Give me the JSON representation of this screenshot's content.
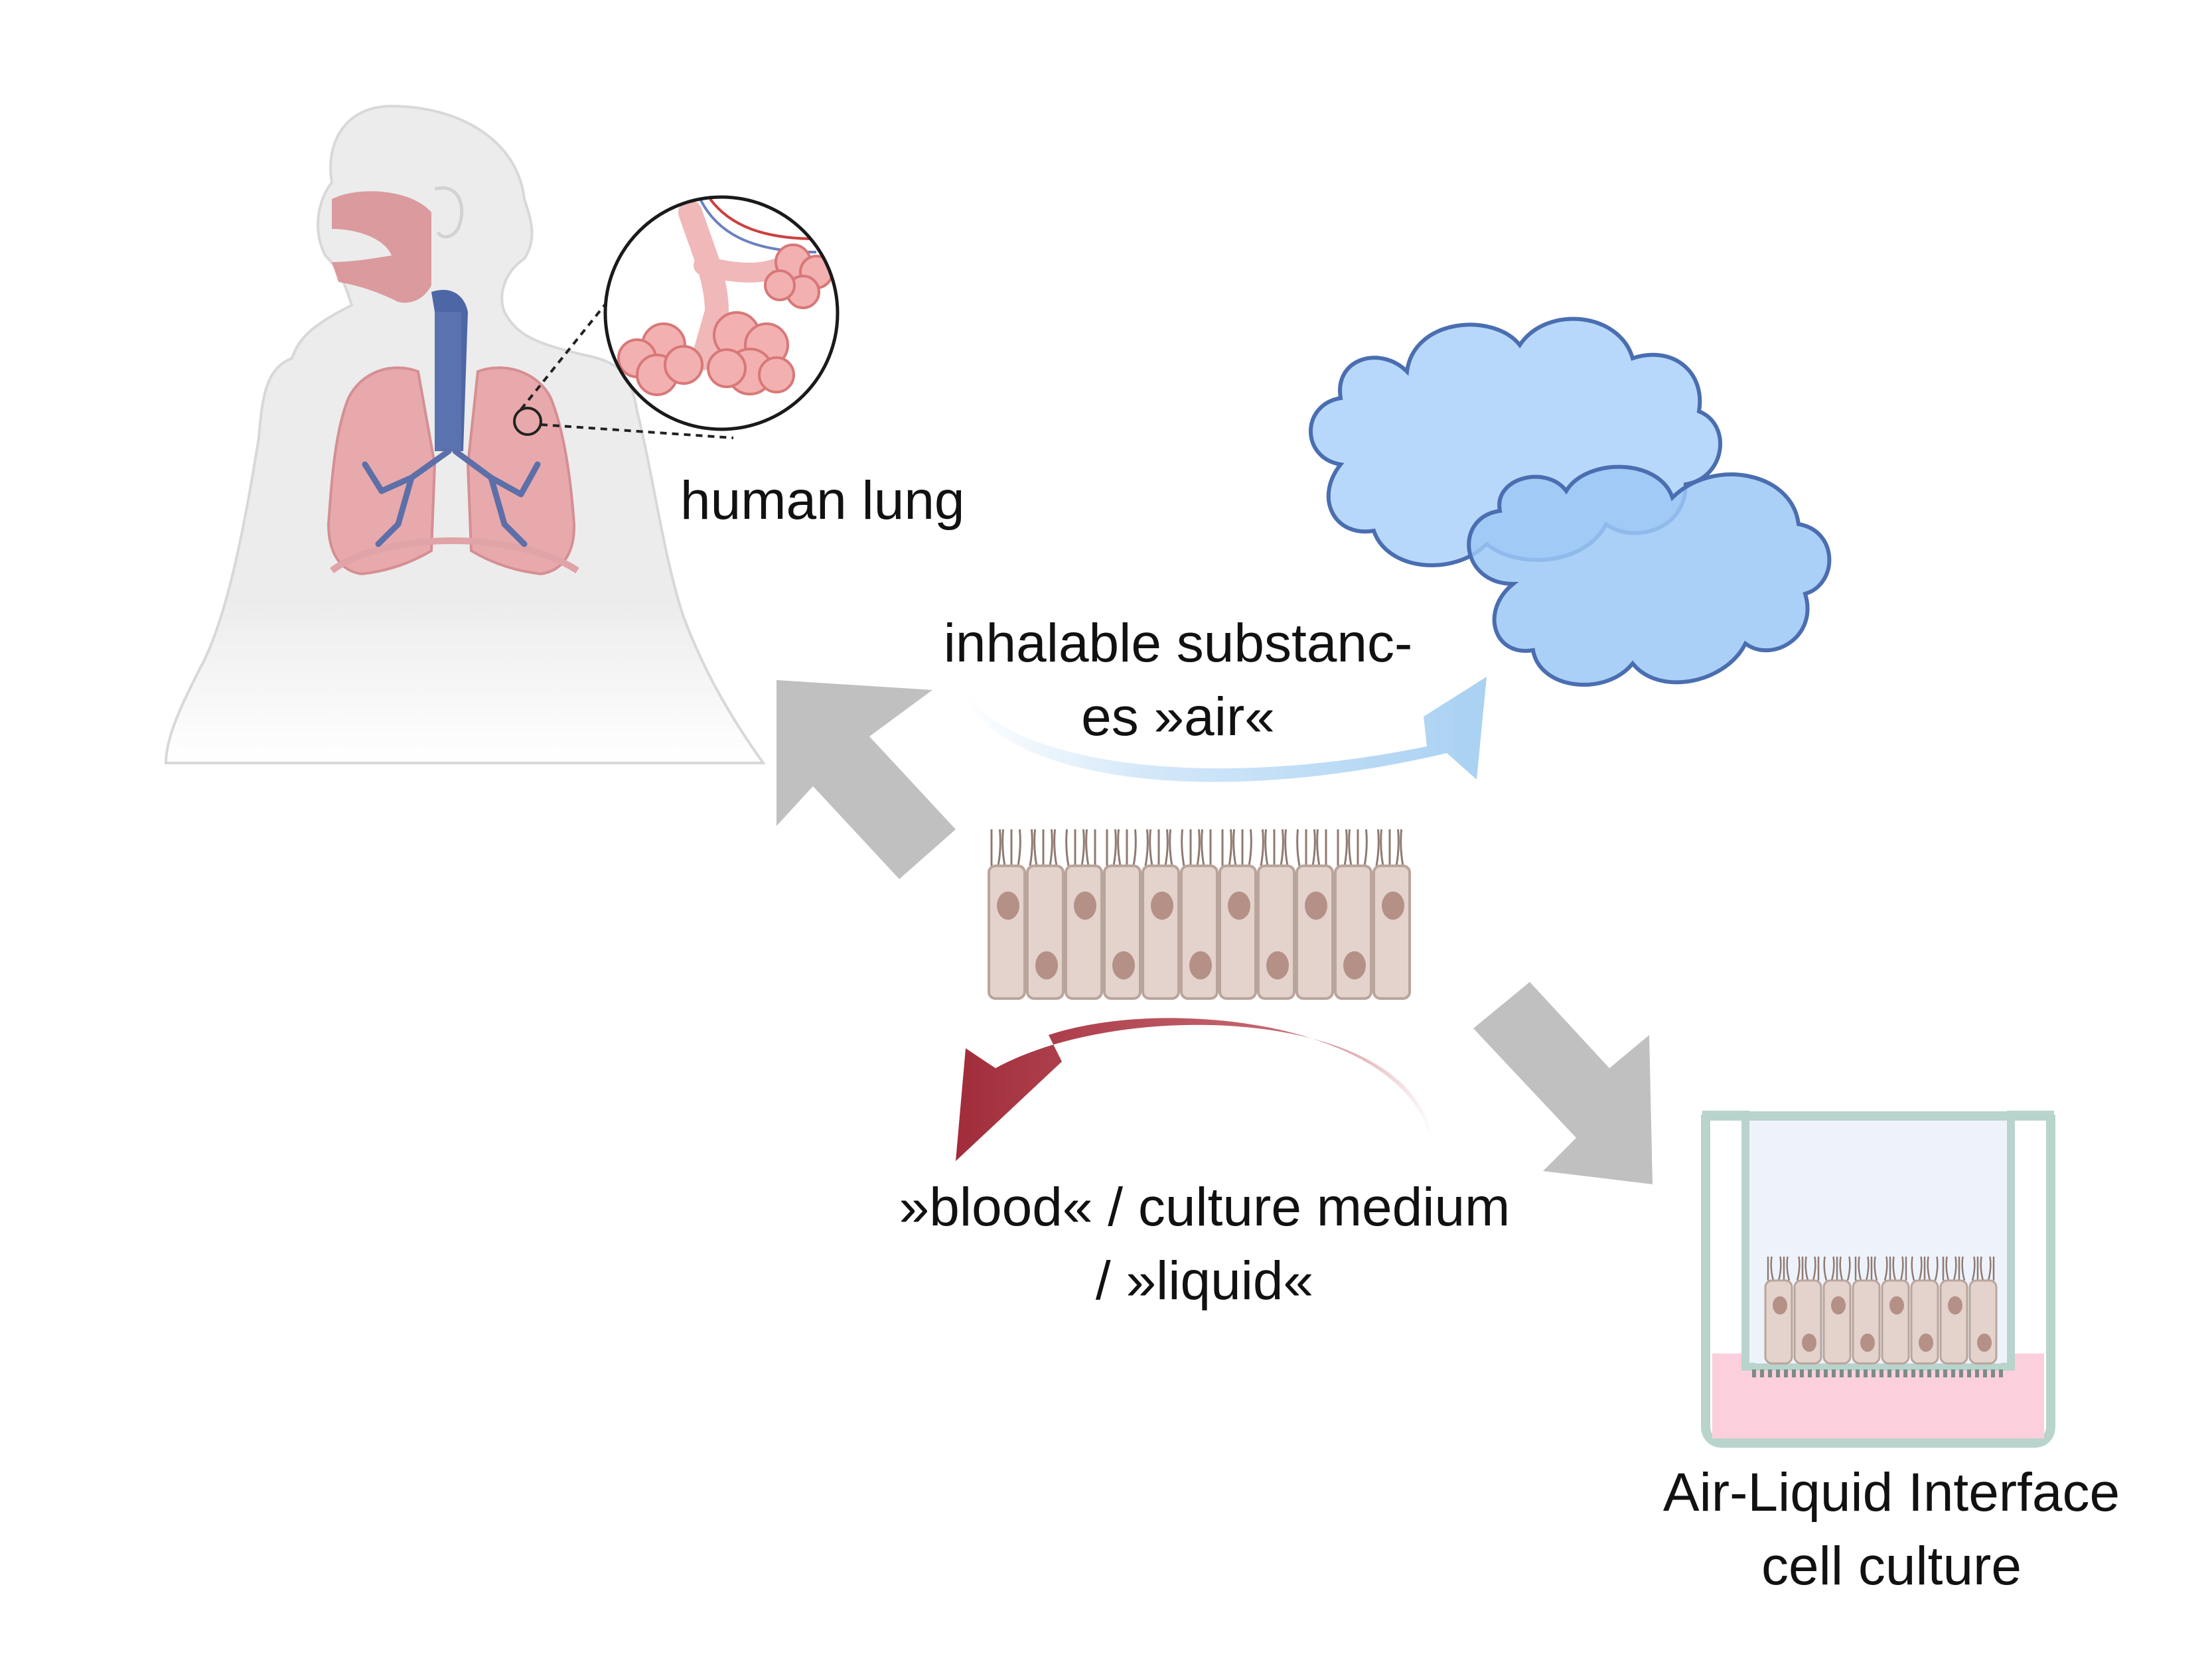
{
  "labels": {
    "human_lung": "human lung",
    "inhalable_line1": "inhalable substanc-",
    "inhalable_line2": "es »air«",
    "blood_line1": "»blood« / culture medium",
    "blood_line2": "/ »liquid«",
    "ali_line1": "Air-Liquid Interface",
    "ali_line2": "cell culture"
  },
  "colors": {
    "body_fill": "#ececec",
    "body_stroke": "#d2d2d2",
    "lung_fill": "#e8a9ac",
    "bronchi": "#5d6fa8",
    "cloud_light": "#b8d8fb",
    "cloud_dark": "#9cc8f6",
    "cloud_stroke": "#4a6eb0",
    "air_arrow": "#a9d1f2",
    "blood_arrow": "#a12c3a",
    "grey_arrow": "#c0c0c0",
    "cell_fill": "#e3d3cc",
    "cell_stroke": "#b9a59c",
    "nucleus": "#b59086",
    "cilia": "#8f7a72",
    "medium_pink": "#fccfdc",
    "insert_stroke": "#b8d4cc",
    "insert_fill": "#eef3fb"
  },
  "icons": [
    "human-body-icon",
    "alveoli-magnifier-icon",
    "cloud-icon",
    "epithelium-icon",
    "transwell-insert-icon"
  ]
}
